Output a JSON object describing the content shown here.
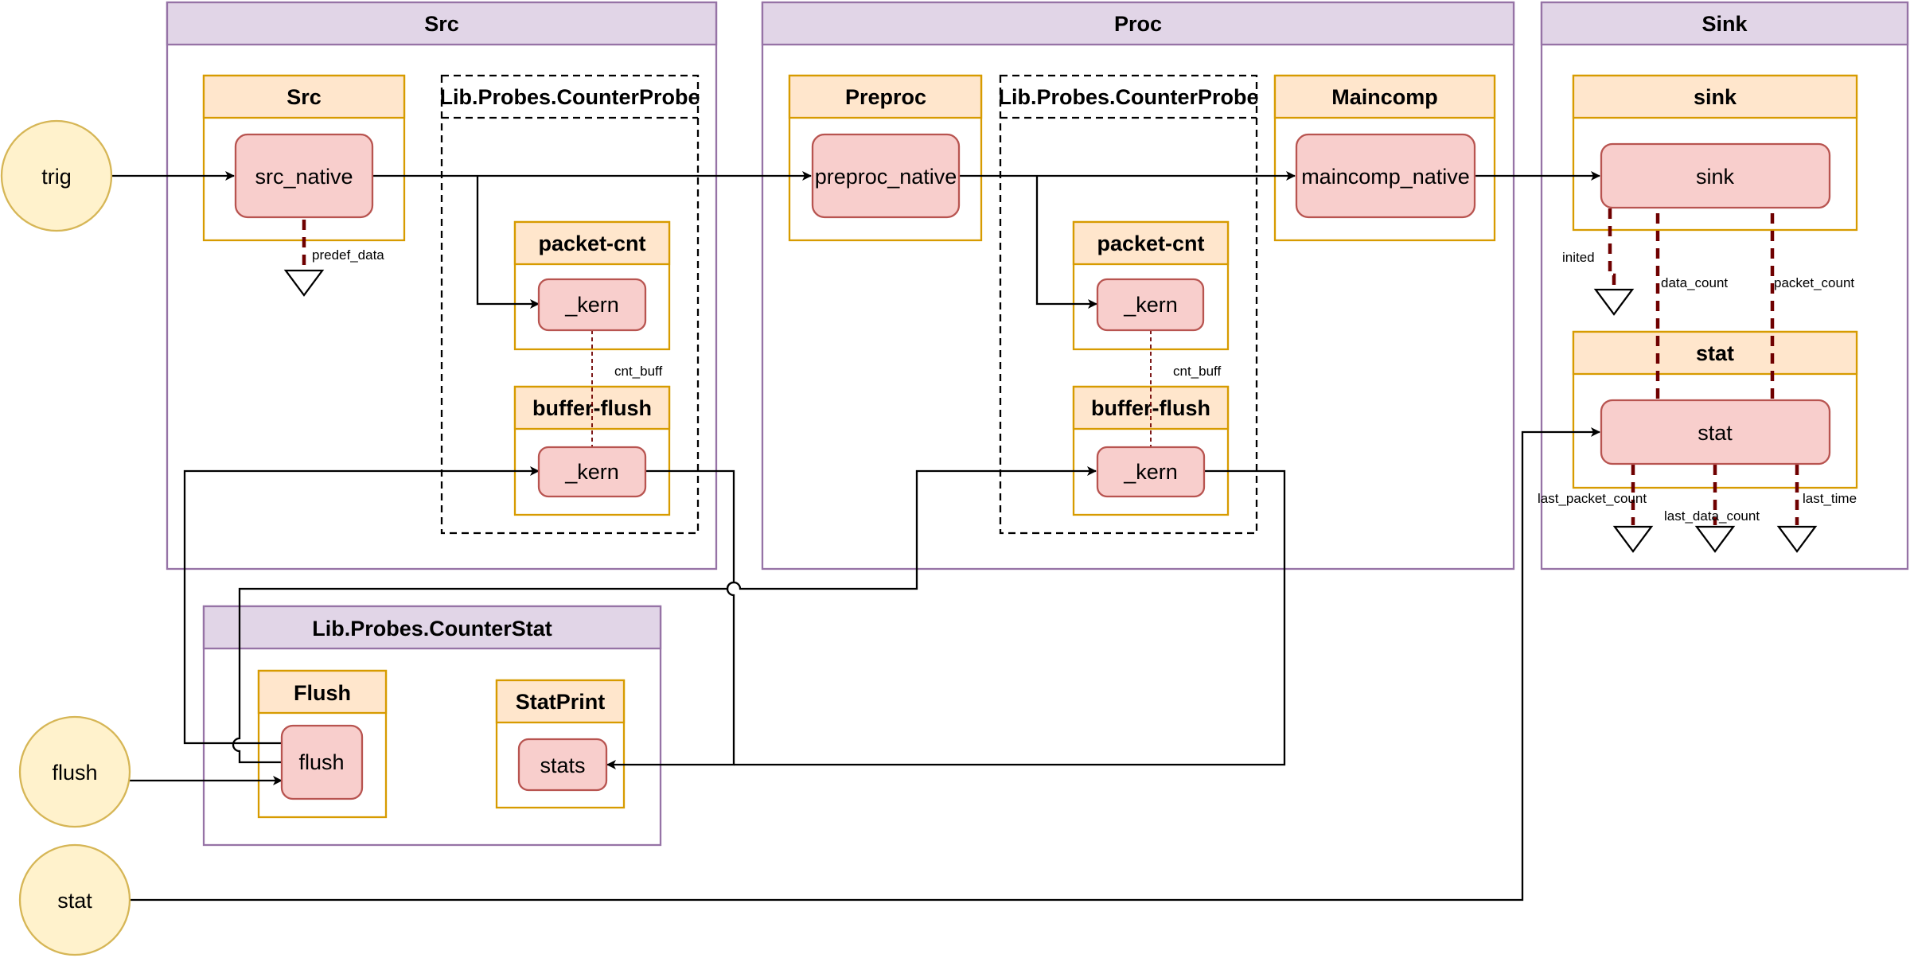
{
  "groups": {
    "src": "Src",
    "proc": "Proc",
    "sink": "Sink",
    "counter_stat": "Lib.Probes.CounterStat"
  },
  "components": {
    "src": "Src",
    "src_probe": "Lib.Probes.CounterProbe",
    "src_packet_cnt": "packet-cnt",
    "src_buffer_flush": "buffer-flush",
    "preproc": "Preproc",
    "proc_probe": "Lib.Probes.CounterProbe",
    "proc_packet_cnt": "packet-cnt",
    "proc_buffer_flush": "buffer-flush",
    "maincomp": "Maincomp",
    "sink": "sink",
    "stat": "stat",
    "flush": "Flush",
    "statprint": "StatPrint"
  },
  "nodes": {
    "src_native": "src_native",
    "src_cnt_kern": "_kern",
    "src_flush_kern": "_kern",
    "preproc_native": "preproc_native",
    "proc_cnt_kern": "_kern",
    "proc_flush_kern": "_kern",
    "maincomp_native": "maincomp_native",
    "sink": "sink",
    "stat": "stat",
    "flush": "flush",
    "stats": "stats"
  },
  "inputs": {
    "trig": "trig",
    "flush": "flush",
    "stat": "stat"
  },
  "labels": {
    "predef_data": "predef_data",
    "src_cnt_buff": "cnt_buff",
    "proc_cnt_buff": "cnt_buff",
    "inited": "inited",
    "data_count": "data_count",
    "packet_count": "packet_count",
    "last_packet_count": "last_packet_count",
    "last_data_count": "last_data_count",
    "last_time": "last_time"
  }
}
